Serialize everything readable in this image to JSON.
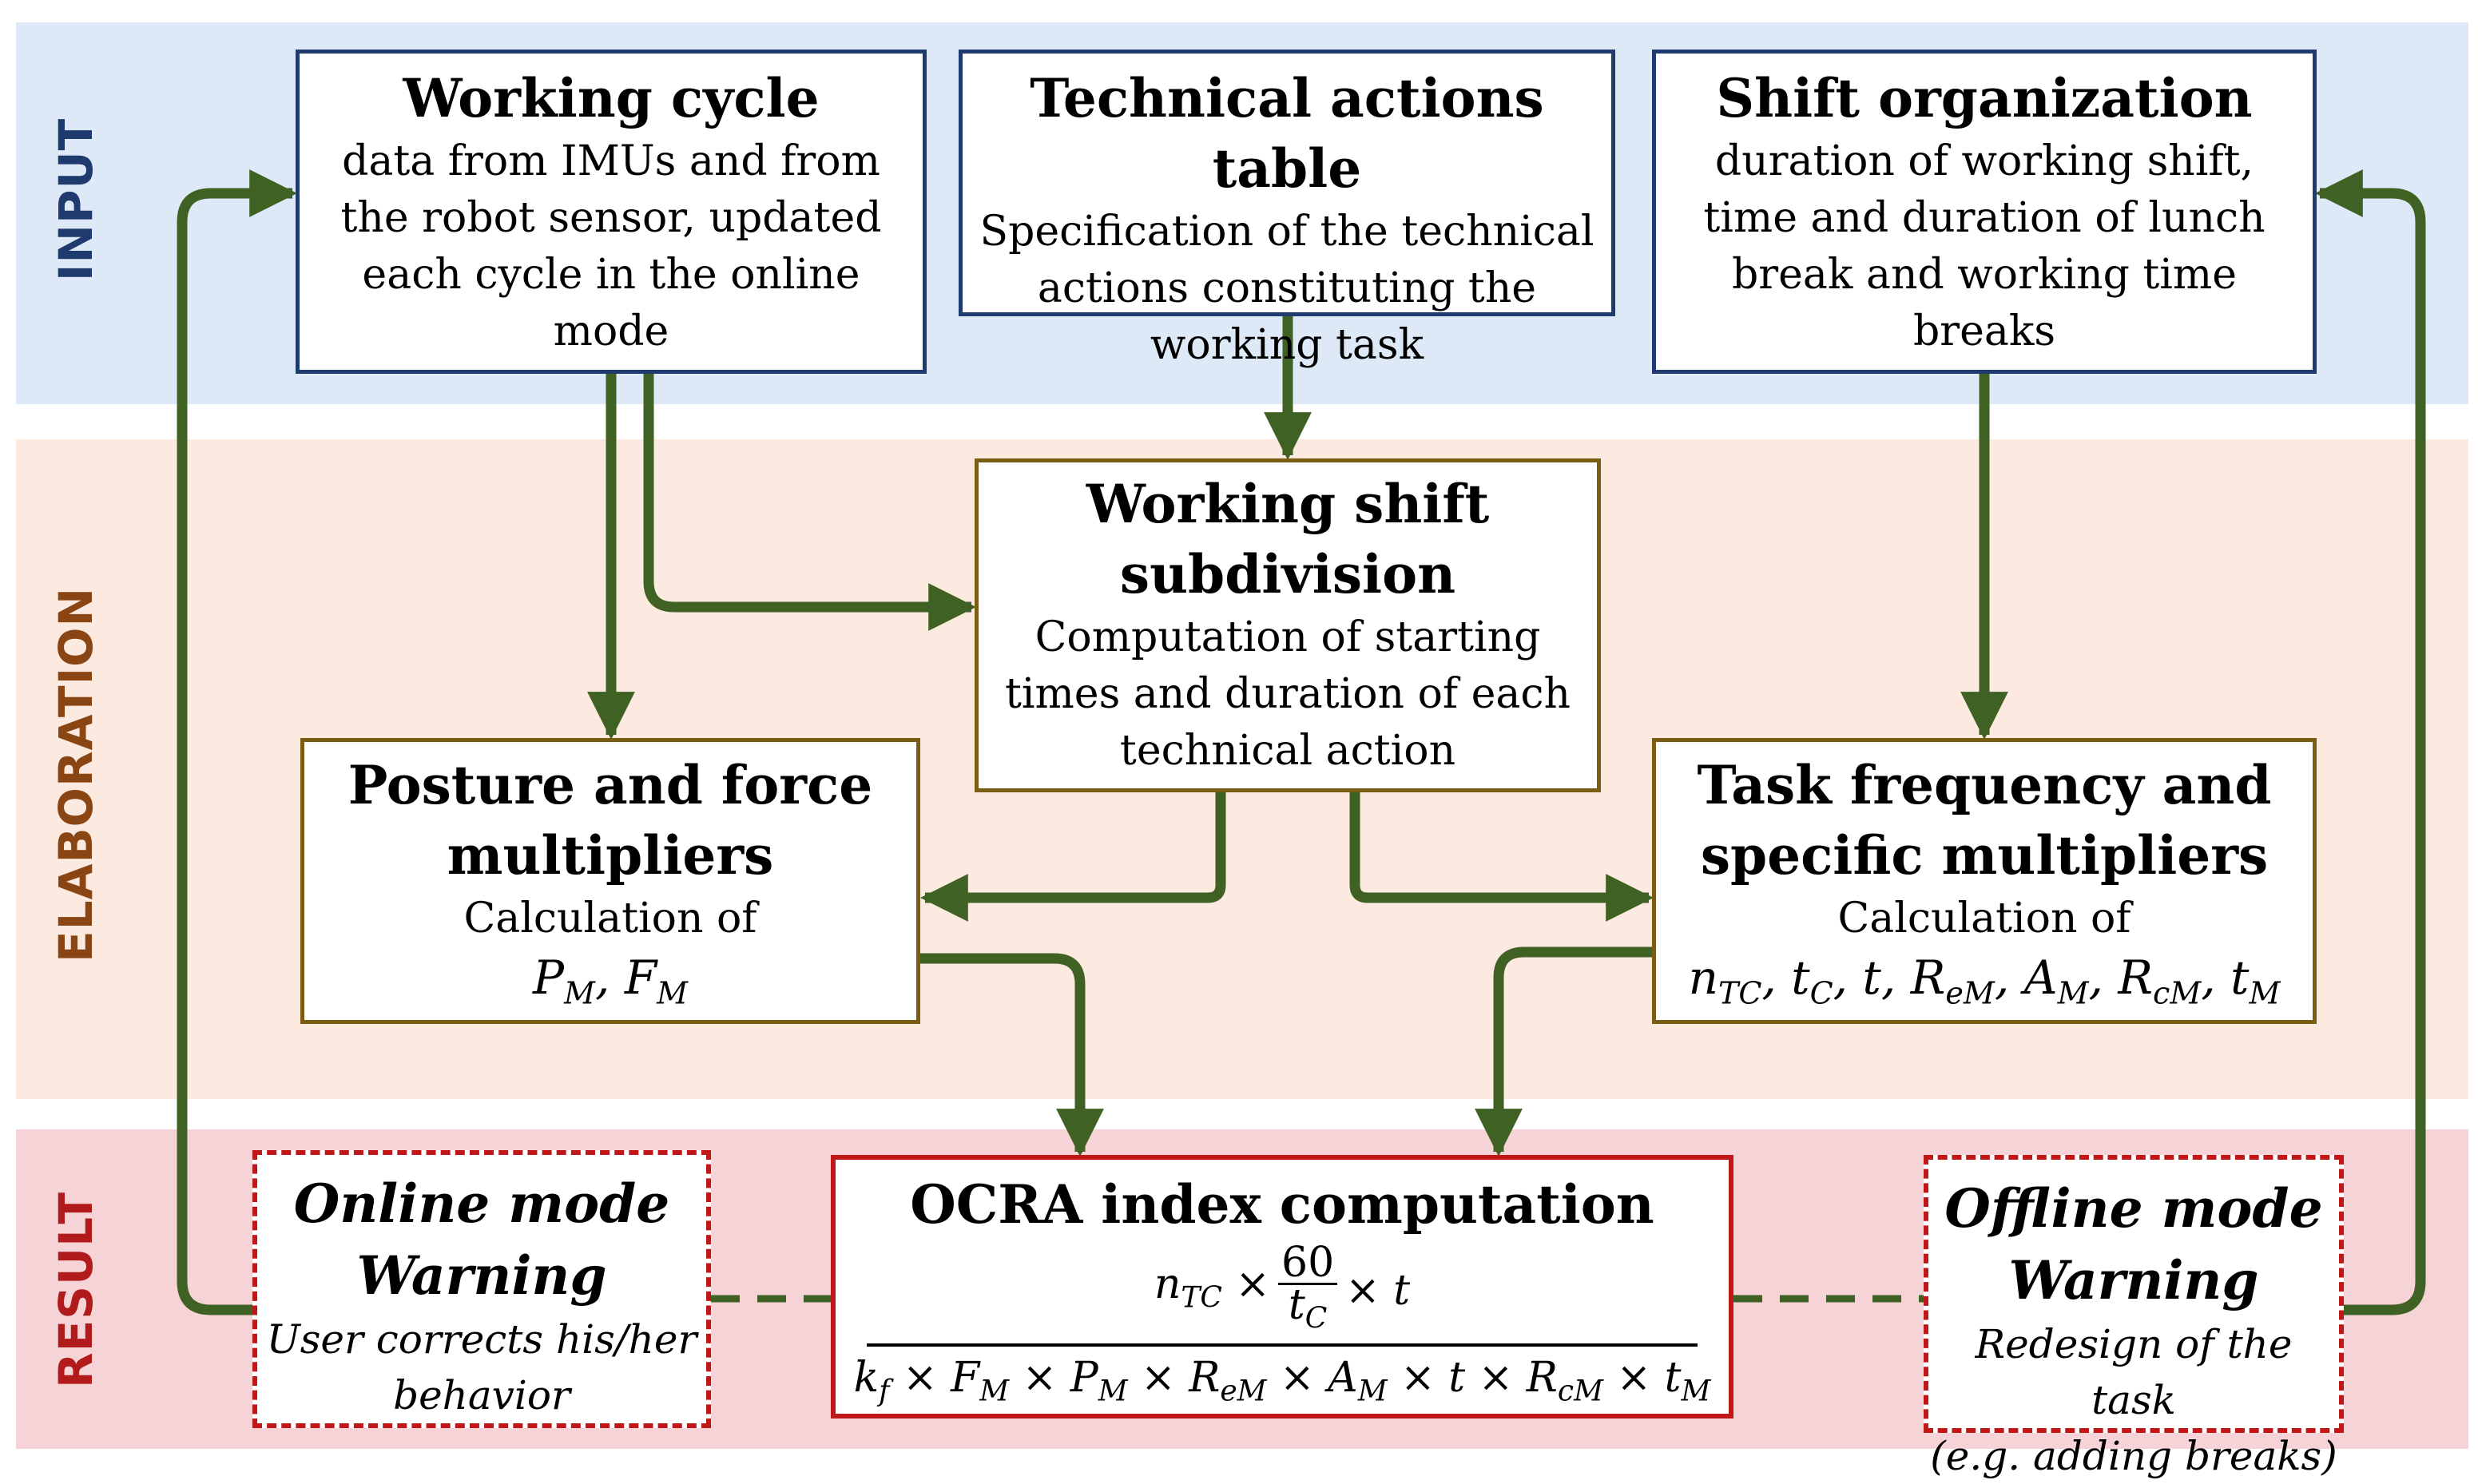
{
  "bands": {
    "input": "INPUT",
    "elaboration": "ELABORATION",
    "result": "RESULT"
  },
  "working_cycle": {
    "title": "Working cycle",
    "lines": [
      "data from IMUs and from",
      "the robot sensor, updated",
      "each cycle in the online",
      "mode"
    ]
  },
  "technical_actions": {
    "title": "Technical actions table",
    "lines": [
      "Specification of the technical",
      "actions constituting the",
      "working task"
    ]
  },
  "shift_organization": {
    "title": "Shift organization",
    "lines": [
      "duration of working shift,",
      "time and duration of lunch",
      "break and working time",
      "breaks"
    ]
  },
  "shift_subdivision": {
    "title_lines": [
      "Working shift",
      "subdivision"
    ],
    "lines": [
      "Computation of starting",
      "times and duration of each",
      "technical action"
    ]
  },
  "posture_force": {
    "title_lines": [
      "Posture and force",
      "multipliers"
    ],
    "line": "Calculation of"
  },
  "task_frequency": {
    "title_lines": [
      "Task frequency and",
      "specific multipliers"
    ],
    "line": "Calculation of"
  },
  "ocra": {
    "title": "OCRA index computation",
    "sixty": "60"
  },
  "online_warning": {
    "title_lines": [
      "Online mode",
      "Warning"
    ],
    "lines": [
      "User corrects his/her",
      "behavior"
    ]
  },
  "offline_warning": {
    "title_lines": [
      "Offline mode",
      "Warning"
    ],
    "lines": [
      "Redesign of the task",
      "(e.g. adding breaks)"
    ]
  },
  "colors": {
    "arrow": "#3f6124",
    "input_border": "#1f3a6e",
    "elaboration_border": "#7a5c14",
    "result_border": "#c01818"
  }
}
